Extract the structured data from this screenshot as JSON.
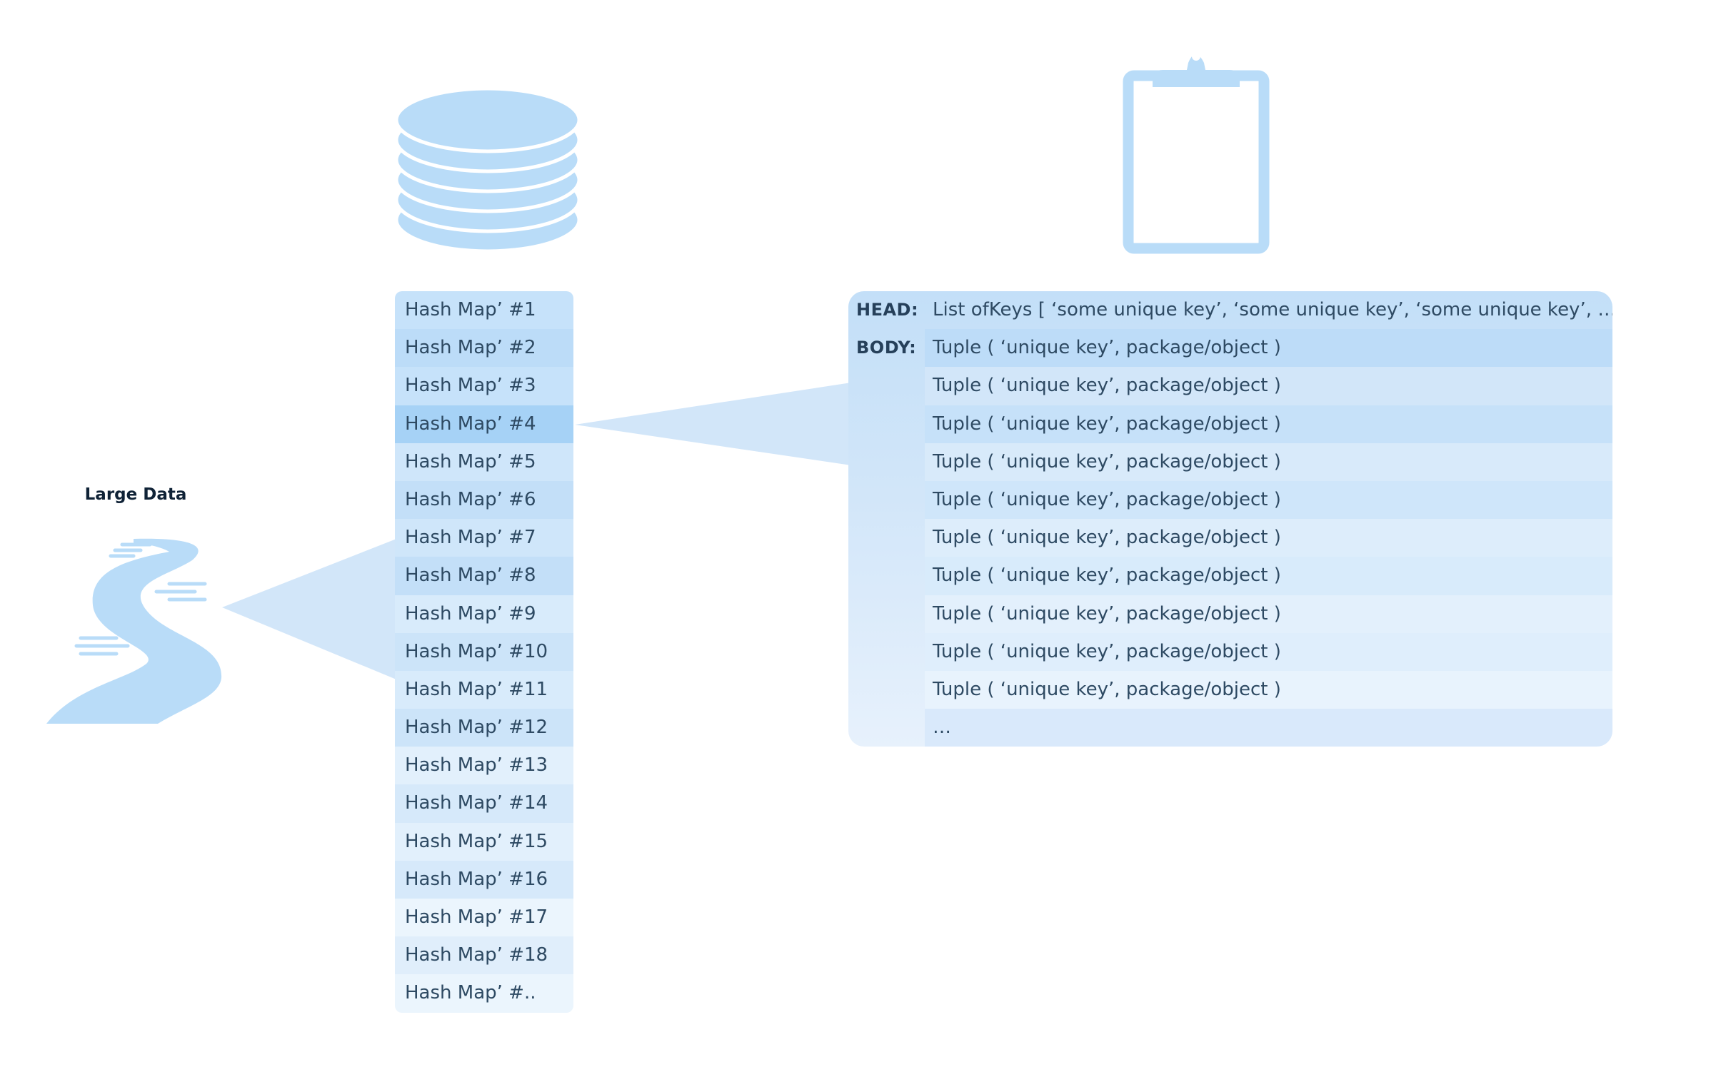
{
  "large_data": {
    "label": "Large Data"
  },
  "hash_maps": [
    "Hash Map’ #1",
    "Hash Map’ #2",
    "Hash Map’ #3",
    "Hash Map’ #4",
    "Hash Map’ #5",
    "Hash Map’ #6",
    "Hash Map’ #7",
    "Hash Map’ #8",
    "Hash Map’ #9",
    "Hash Map’ #10",
    "Hash Map’ #11",
    "Hash Map’ #12",
    "Hash Map’ #13",
    "Hash Map’ #14",
    "Hash Map’ #15",
    "Hash Map’ #16",
    "Hash Map’ #17",
    "Hash Map’ #18",
    "Hash Map’ #.."
  ],
  "highlighted_hash_map": "Hash Map’ #4",
  "detail": {
    "head_label": "HEAD:",
    "head_value": "List ofKeys  [ ‘some unique key’, ‘some unique key’, ‘some unique key’,  … ]",
    "body_label": "BODY:",
    "body_rows": [
      "Tuple ( ‘unique key’, package/object )",
      "Tuple ( ‘unique key’, package/object )",
      "Tuple ( ‘unique key’, package/object )",
      "Tuple ( ‘unique key’, package/object )",
      "Tuple ( ‘unique key’, package/object )",
      "Tuple ( ‘unique key’, package/object )",
      "Tuple ( ‘unique key’, package/object )",
      "Tuple ( ‘unique key’, package/object )",
      "Tuple ( ‘unique key’, package/object )",
      "Tuple ( ‘unique key’, package/object )",
      "…"
    ]
  },
  "icons": {
    "database": "database-icon",
    "clipboard": "clipboard-icon",
    "stream": "data-stream-icon"
  },
  "colors": {
    "icon_blue": "#b9dcf8",
    "highlight": "#a6d2f6",
    "text_dark": "#2e4a63",
    "label_dark": "#0f2236"
  }
}
